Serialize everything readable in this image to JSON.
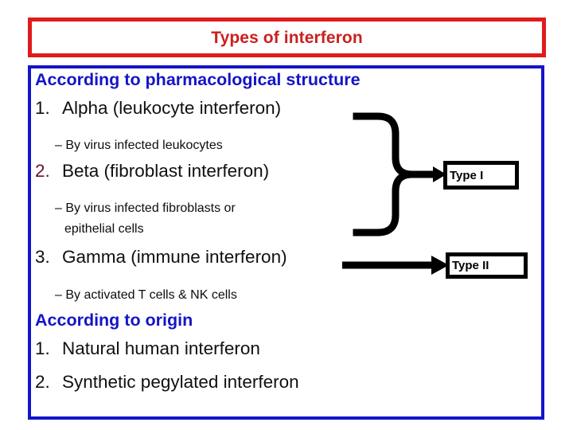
{
  "slide": {
    "title": "Types of interferon",
    "title_color": "#cc1f1f",
    "border_color_title": "#e01b1b",
    "border_color_body": "#1414c8"
  },
  "sections": [
    {
      "heading": "According to pharmacological structure",
      "items": [
        {
          "number": "1.",
          "text": "Alpha (leukocyte interferon)",
          "sub": [
            "–   By virus infected leukocytes"
          ]
        },
        {
          "number": "2.",
          "text": "Beta (fibroblast interferon)",
          "sub": [
            "–   By virus infected fibroblasts or",
            "epithelial cells"
          ]
        },
        {
          "number": "3.",
          "text": "Gamma (immune interferon)",
          "sub": [
            "–   By activated T cells & NK cells"
          ]
        }
      ]
    },
    {
      "heading": "According to origin",
      "items": [
        {
          "number": "1.",
          "text": "Natural human interferon",
          "sub": []
        },
        {
          "number": "2.",
          "text": "Synthetic pegylated interferon",
          "sub": []
        }
      ]
    }
  ],
  "diagram": {
    "type_1_label": "Type I",
    "type_2_label": "Type II",
    "stroke_color": "#000000"
  }
}
